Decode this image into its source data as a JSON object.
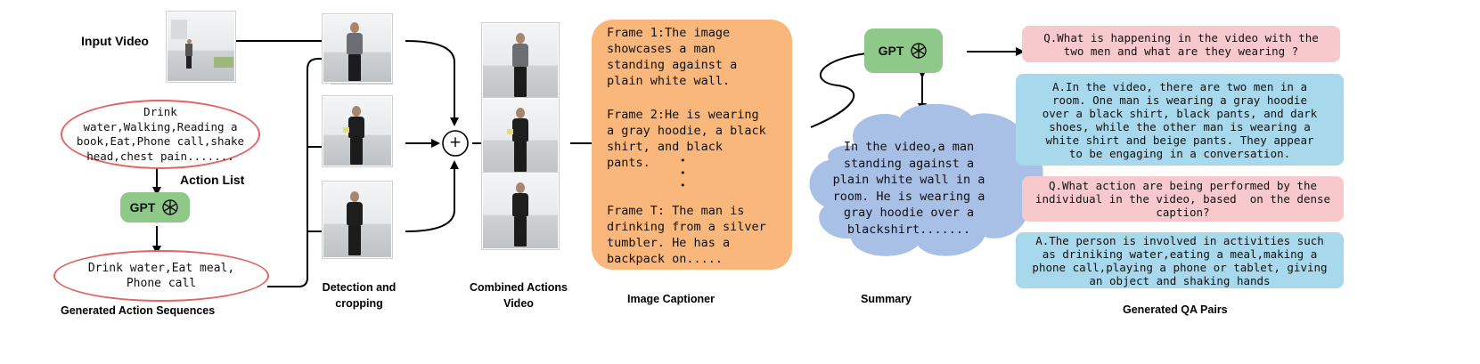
{
  "labels": {
    "input_video": "Input Video",
    "action_list": "Action List",
    "generated_action_sequences": "Generated Action Sequences",
    "detection_cropping": "Detection and\ncropping",
    "combined_actions_video": "Combined Actions\nVideo",
    "image_captioner": "Image Captioner",
    "summary": "Summary",
    "generated_qa_pairs": "Generated QA Pairs"
  },
  "action_list_text": "Drink\nwater,Walking,Reading a\nbook,Eat,Phone call,shake\nhead,chest pain.......",
  "generated_sequence_text": "Drink water,Eat meal,\nPhone call",
  "gpt_label": "GPT",
  "summary_gpt_label": "GPT",
  "plus_symbol": "+",
  "captions": {
    "frame1": "Frame 1:The image\nshowcases a man\nstanding against a\nplain white wall.",
    "frame2": "Frame 2:He is wearing\na gray hoodie, a black\nshirt, and black\npants.",
    "frameT": "Frame T: The man is\ndrinking from a silver\ntumbler. He has a\nbackpack on.....",
    "dots": "•\n•\n•"
  },
  "summary_text": "In the video,a man\nstanding against a\nplain white wall in a\nroom. He is wearing a\ngray hoodie over a\nblackshirt.......",
  "qa": [
    {
      "type": "q",
      "text": "Q.What is happening in the video with the\ntwo men and what are they wearing ?"
    },
    {
      "type": "a",
      "text": "A.In the video, there are two men in a\nroom. One man is wearing a gray hoodie\nover a black shirt, black pants, and dark\nshoes, while the other man is wearing a\nwhite shirt and beige pants. They appear\nto be engaging in a conversation."
    },
    {
      "type": "q",
      "text": "Q.What action are being performed by the\nindividual in the video, based  on the dense\ncaption?"
    },
    {
      "type": "a",
      "text": "A.The person is involved in activities such\nas driniking water,eating a meal,making a\nphone call,playing a phone or tablet, giving\nan object and shaking hands"
    }
  ],
  "colors": {
    "gpt": "#8fc98a",
    "ellipse_border": "#e06666",
    "captioner": "#f9b77b",
    "cloud": "#a8bfe6",
    "question": "#f8c9cc",
    "answer": "#a7d8eb"
  }
}
